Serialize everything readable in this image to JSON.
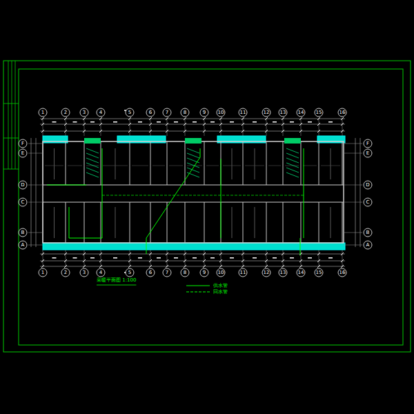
{
  "diagram": {
    "title": "采暖平面图 1:100",
    "labels": [
      "1",
      "2",
      "3",
      "4",
      "5",
      "6",
      "7",
      "8",
      "9",
      "10",
      "11",
      "12",
      "13",
      "14",
      "15",
      "16",
      "1",
      "2",
      "3",
      "4",
      "5",
      "6",
      "7",
      "8",
      "9",
      "10",
      "11",
      "12",
      "13",
      "14",
      "15",
      "16",
      "A",
      "B",
      "C",
      "D",
      "E",
      "F",
      "A",
      "B",
      "C",
      "D",
      "E",
      "F"
    ],
    "legend": [
      {
        "text": "供水管"
      },
      {
        "text": "回水管"
      }
    ]
  }
}
